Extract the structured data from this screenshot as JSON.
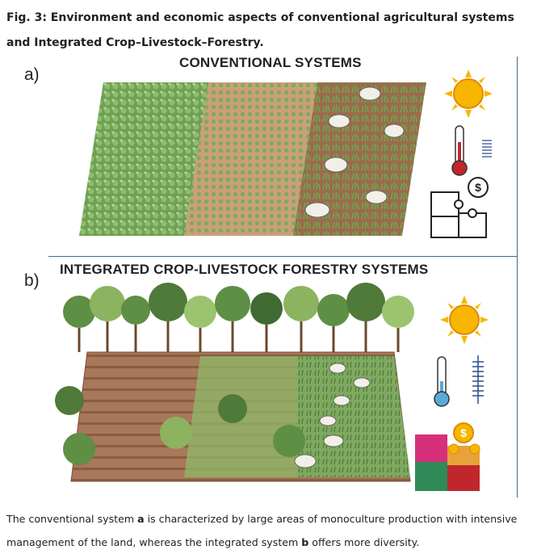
{
  "figure": {
    "title": "Fig. 3: Environment and economic aspects of conventional agricultural systems and Integrated Crop–Livestock–Forestry.",
    "panel_a": {
      "label": "a)",
      "heading": "CONVENTIONAL SYSTEMS"
    },
    "panel_b": {
      "label": "b)",
      "heading": "INTEGRATED CROP-LIVESTOCK FORESTRY SYSTEMS"
    },
    "icons": [
      "sun-icon",
      "thermometer-icon",
      "rain-coil-icon",
      "puzzle-icon",
      "lightbulb-dollar-icon",
      "coins-icon"
    ],
    "colors": {
      "sun": "#f7b500",
      "thermo_hot": "#c0272d",
      "thermo_cool": "#5aa9d8",
      "soil": "#a8785a",
      "crop": "#6aa84f",
      "divider": "#3a6f8a"
    }
  },
  "caption": {
    "prefix": "The conventional system ",
    "bold_a": "a",
    "middle": " is characterized by large areas of monoculture production with intensive management of the land, whereas the integrated system ",
    "bold_b": "b",
    "suffix": " offers more diversity."
  }
}
